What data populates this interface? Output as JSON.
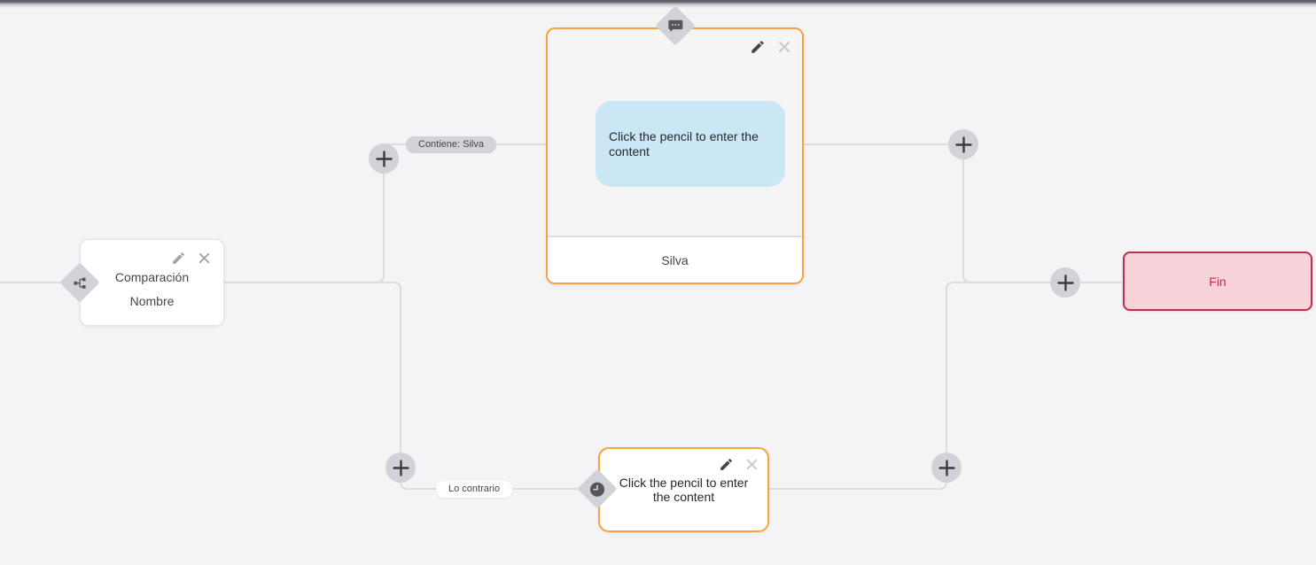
{
  "canvas": {
    "background": "#f4f4f6",
    "edge_color": "#dcdde1",
    "accent_orange": "#f8a33c",
    "end_red": "#c22c4e",
    "end_pink_bg": "#f7d2d9",
    "bubble_blue": "#cbe7f5",
    "pill_gray": "#d2d3d8"
  },
  "nodes": {
    "comparison": {
      "title": "Comparación",
      "field": "Nombre"
    },
    "message_card": {
      "placeholder": "Click the pencil to enter the content",
      "footer_label": "Silva"
    },
    "delay_card": {
      "placeholder": "Click the pencil to enter the content"
    },
    "end": {
      "label": "Fin"
    }
  },
  "edge_labels": {
    "contains": "Contiene: Silva",
    "otherwise": "Lo contrario"
  },
  "icons": {
    "comparison_badge": "sitemap-icon",
    "message_badge": "chat-bubble-icon",
    "delay_badge": "clock-icon",
    "edit": "pencil-icon",
    "delete": "close-icon",
    "add": "plus-icon"
  }
}
